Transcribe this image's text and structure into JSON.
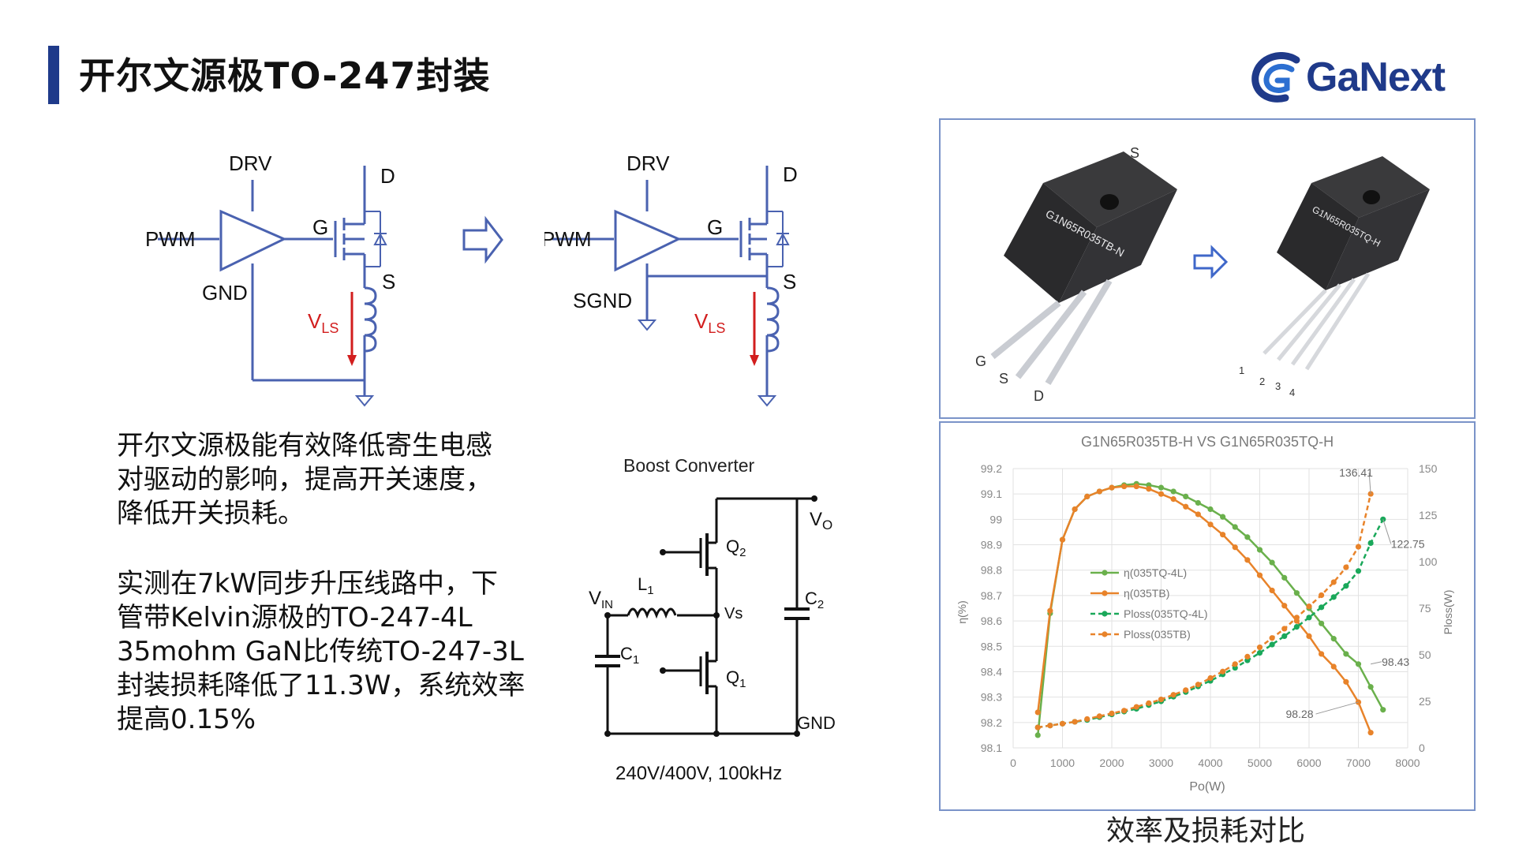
{
  "title": "开尔文源极TO-247封装",
  "logo": {
    "text": "GaNext",
    "color": "#1f3a8a"
  },
  "circuit_left": {
    "drv": "DRV",
    "pwm": "PWM",
    "gnd": "GND",
    "g": "G",
    "d": "D",
    "s": "S",
    "vls": "V",
    "vls_sub": "LS"
  },
  "circuit_right": {
    "drv": "DRV",
    "pwm": "PWM",
    "sgnd": "SGND",
    "g": "G",
    "d": "D",
    "s": "S",
    "vls": "V",
    "vls_sub": "LS"
  },
  "description": {
    "para1": [
      "开尔文源极能有效降低寄生电感",
      "对驱动的影响，提高开关速度，",
      "降低开关损耗。"
    ],
    "para2": [
      "实测在7kW同步升压线路中，下",
      "管带Kelvin源极的TO-247-4L",
      "35mohm GaN比传统TO-247-3L",
      "封装损耗降低了11.3W，系统效率",
      "提高0.15%"
    ]
  },
  "boost": {
    "title": "Boost Converter",
    "vo": "V",
    "vo_sub": "O",
    "q2": "Q",
    "q2_sub": "2",
    "q1": "Q",
    "q1_sub": "1",
    "vin": "V",
    "vin_sub": "IN",
    "l1": "L",
    "l1_sub": "1",
    "c1": "C",
    "c1_sub": "1",
    "c2": "C",
    "c2_sub": "2",
    "vs": "Vs",
    "gnd": "GND",
    "spec": "240V/400V, 100kHz"
  },
  "photo": {
    "left_part": "G1N65R035TB-N",
    "right_part": "G1N65R035TQ-H",
    "left_pins": [
      "S",
      "G",
      "S",
      "D"
    ],
    "right_pins": [
      "1",
      "2",
      "3",
      "4"
    ]
  },
  "chart_data": {
    "type": "line",
    "title": "G1N65R035TB-H VS G1N65R035TQ-H",
    "xlabel": "Po(W)",
    "ylabel": "η(%)",
    "y2label": "Ploss(W)",
    "xlim": [
      0,
      8000
    ],
    "xticks": [
      0,
      1000,
      2000,
      3000,
      4000,
      5000,
      6000,
      7000,
      8000
    ],
    "ylim": [
      98.1,
      99.2
    ],
    "yticks": [
      "98.1",
      "98.2",
      "98.3",
      "98.4",
      "98.5",
      "98.6",
      "98.7",
      "98.8",
      "98.9",
      "99",
      "99.1",
      "99.2"
    ],
    "y2lim": [
      0,
      150
    ],
    "y2ticks": [
      0,
      25,
      50,
      75,
      100,
      125,
      150
    ],
    "grid": true,
    "legend": "center-left",
    "series": [
      {
        "name": "η(035TQ-4L)",
        "axis": "left",
        "color": "#6ab04c",
        "dash": false,
        "x": [
          500,
          750,
          1000,
          1250,
          1500,
          1750,
          2000,
          2250,
          2500,
          2750,
          3000,
          3250,
          3500,
          3750,
          4000,
          4250,
          4500,
          4750,
          5000,
          5250,
          5500,
          5750,
          6000,
          6250,
          6500,
          6750,
          7000,
          7250,
          7500
        ],
        "y": [
          98.15,
          98.63,
          98.92,
          99.04,
          99.09,
          99.11,
          99.125,
          99.135,
          99.14,
          99.135,
          99.125,
          99.11,
          99.09,
          99.065,
          99.04,
          99.01,
          98.97,
          98.93,
          98.88,
          98.83,
          98.77,
          98.71,
          98.65,
          98.59,
          98.53,
          98.47,
          98.43,
          98.34,
          98.25
        ]
      },
      {
        "name": "η(035TB)",
        "axis": "left",
        "color": "#e8832a",
        "dash": false,
        "x": [
          500,
          750,
          1000,
          1250,
          1500,
          1750,
          2000,
          2250,
          2500,
          2750,
          3000,
          3250,
          3500,
          3750,
          4000,
          4250,
          4500,
          4750,
          5000,
          5250,
          5500,
          5750,
          6000,
          6250,
          6500,
          6750,
          7000,
          7250
        ],
        "y": [
          98.24,
          98.64,
          98.92,
          99.04,
          99.09,
          99.11,
          99.125,
          99.13,
          99.13,
          99.12,
          99.1,
          99.08,
          99.05,
          99.02,
          98.98,
          98.94,
          98.89,
          98.84,
          98.78,
          98.72,
          98.66,
          98.6,
          98.54,
          98.47,
          98.42,
          98.36,
          98.28,
          98.16
        ]
      },
      {
        "name": "Ploss(035TQ-4L)",
        "axis": "right",
        "color": "#1aa85a",
        "dash": true,
        "x": [
          500,
          750,
          1000,
          1250,
          1500,
          1750,
          2000,
          2250,
          2500,
          2750,
          3000,
          3250,
          3500,
          3750,
          4000,
          4250,
          4500,
          4750,
          5000,
          5250,
          5500,
          5750,
          6000,
          6250,
          6500,
          6750,
          7000,
          7250,
          7500
        ],
        "y": [
          11,
          12,
          13,
          14,
          15,
          16.5,
          18,
          19.5,
          21,
          23,
          25,
          27.5,
          30,
          33,
          36,
          39.5,
          43,
          47,
          51,
          55.5,
          60,
          65,
          70,
          75.5,
          81,
          87,
          95,
          110,
          122.75
        ]
      },
      {
        "name": "Ploss(035TB)",
        "axis": "right",
        "color": "#e8832a",
        "dash": true,
        "x": [
          500,
          750,
          1000,
          1250,
          1500,
          1750,
          2000,
          2250,
          2500,
          2750,
          3000,
          3250,
          3500,
          3750,
          4000,
          4250,
          4500,
          4750,
          5000,
          5250,
          5500,
          5750,
          6000,
          6250,
          6500,
          6750,
          7000,
          7250
        ],
        "y": [
          11,
          12,
          13,
          14,
          15.5,
          17,
          18.5,
          20,
          22,
          24,
          26,
          28.5,
          31,
          34,
          37.5,
          41,
          45,
          49,
          54,
          59,
          64,
          70,
          76,
          82,
          89,
          97,
          108,
          136.41
        ]
      }
    ],
    "annotations": [
      {
        "text": "136.41",
        "x": 7250,
        "axis": "right",
        "y": 136.41
      },
      {
        "text": "122.75",
        "x": 7500,
        "axis": "right",
        "y": 122.75
      },
      {
        "text": "98.43",
        "x": 7250,
        "axis": "left",
        "y": 98.43
      },
      {
        "text": "98.28",
        "x": 7000,
        "axis": "left",
        "y": 98.28
      }
    ]
  },
  "caption": "效率及损耗对比"
}
